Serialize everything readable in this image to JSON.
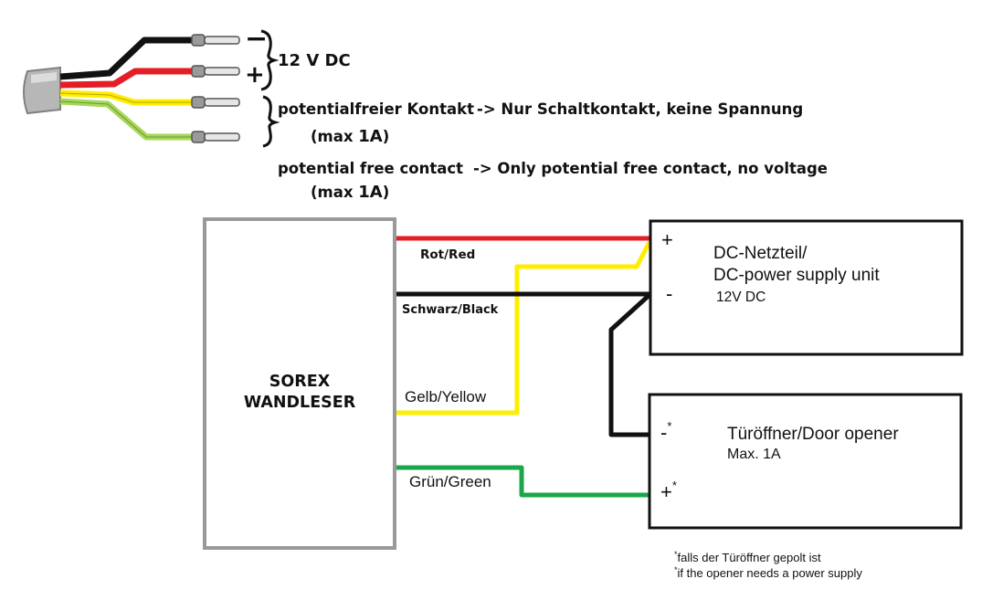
{
  "cable": {
    "supply_minus": "−",
    "supply_plus": "+",
    "supply_label": "12 V DC",
    "contact_label_de": "potentialfreier Kontakt",
    "contact_note_de": "-> Nur Schaltkontakt, keine Spannung",
    "max_de_prefix": "(max ",
    "max_de_value": "1A",
    "max_de_suffix": ")",
    "contact_label_en": "potential free contact",
    "contact_note_en": "-> Only potential free contact, no voltage",
    "max_en_prefix": "(max ",
    "max_en_value": "1A",
    "max_en_suffix": ")"
  },
  "reader": {
    "line1": "SOREX",
    "line2": "WANDLESER"
  },
  "wires": {
    "red": "Rot/Red",
    "black": "Schwarz/Black",
    "yellow": "Gelb/Yellow",
    "green": "Grün/Green"
  },
  "psu": {
    "plus": "+",
    "minus": "-",
    "title_line1": "DC-Netzteil/",
    "title_line2": "DC-power supply unit",
    "voltage": "12V DC"
  },
  "opener": {
    "minus": "-",
    "minus_star": "*",
    "plus": "+",
    "plus_star": "*",
    "title": "Türöffner/Door opener",
    "max": "Max. 1A"
  },
  "footnotes": {
    "star1": "*",
    "line1": "falls der Türöffner gepolt ist",
    "star2": "*",
    "line2": "if the opener needs a power supply"
  },
  "colors": {
    "red": "#e31e24",
    "black": "#111111",
    "yellow": "#ffed00",
    "green": "#1aa64a",
    "light_green": "#a6d65a",
    "gray": "#999999"
  }
}
